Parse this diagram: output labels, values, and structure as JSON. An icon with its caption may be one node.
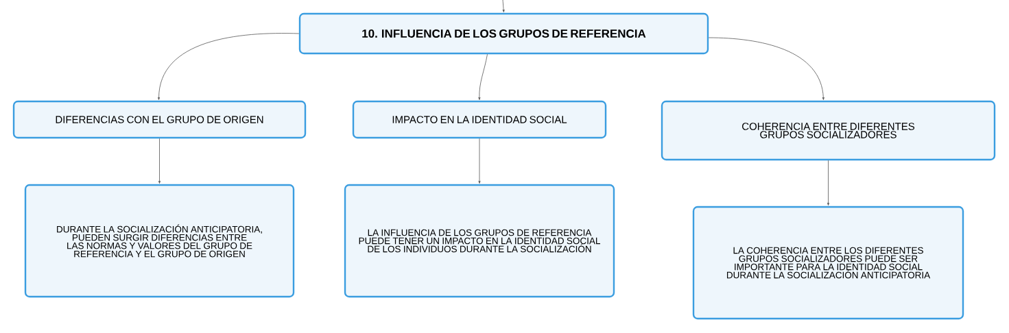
{
  "diagram": {
    "nodes": [
      {
        "text": [
          "10. INFLUENCIA DE LOS GRUPOS DE REFERENCIA"
        ]
      },
      {
        "text": [
          "DIFERENCIAS CON EL GRUPO DE ORIGEN"
        ]
      },
      {
        "text": [
          "IMPACTO EN LA IDENTIDAD SOCIAL"
        ]
      },
      {
        "text": [
          "COHERENCIA ENTRE DIFERENTES GRUPOS SOCIALIZADORES"
        ]
      },
      {
        "text": [
          "DURANTE LA SOCIALIZACIÓN ANTICIPATORIA, PUEDEN SURGIR DIFERENCIAS ENTRE LAS NORMAS Y VALORES DEL GRUPO DE REFERENCIA Y EL GRUPO DE ORIGEN"
        ]
      },
      {
        "text": [
          "LA INFLUENCIA DE LOS GRUPOS DE REFERENCIA PUEDE TENER UN IMPACTO EN LA IDENTIDAD SOCIAL DE LOS INDIVIDUOS DURANTE LA SOCIALIZACIÓN"
        ]
      },
      {
        "text": [
          "LA COHERENCIA ENTRE LOS DIFERENTES GRUPOS SOCIALIZADORES PUEDE SER IMPORTANTE PARA LA IDENTIDAD SOCIAL DURANTE LA SOCIALIZACIÓN ANTICIPATORIA"
        ]
      }
    ],
    "edges": [
      {
        "from": null,
        "to": 0,
        "arrow": "to"
      },
      {
        "from": 0,
        "to": 1,
        "arrow": "to"
      },
      {
        "from": 0,
        "to": 2,
        "arrow": "to"
      },
      {
        "from": 0,
        "to": 3,
        "arrow": "to"
      },
      {
        "from": 1,
        "to": 4,
        "arrow": "to"
      },
      {
        "from": 2,
        "to": 5,
        "arrow": "to"
      },
      {
        "from": 3,
        "to": 6,
        "arrow": "to"
      }
    ]
  }
}
